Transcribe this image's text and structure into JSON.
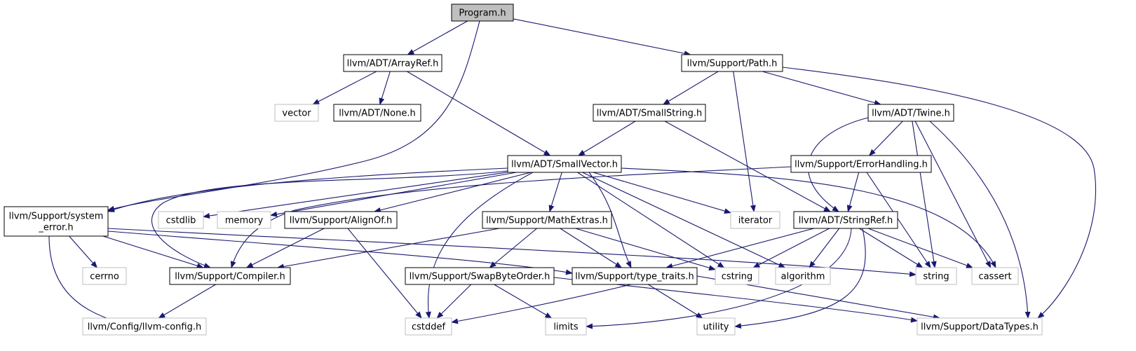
{
  "diagram": {
    "type": "include-dependency-graph",
    "nodes": {
      "program": {
        "lines": [
          "Program.h"
        ],
        "kind": "root"
      },
      "arrayref": {
        "lines": [
          "llvm/ADT/ArrayRef.h"
        ],
        "kind": "header"
      },
      "path": {
        "lines": [
          "llvm/Support/Path.h"
        ],
        "kind": "header"
      },
      "vector": {
        "lines": [
          "vector"
        ],
        "kind": "system"
      },
      "none": {
        "lines": [
          "llvm/ADT/None.h"
        ],
        "kind": "header"
      },
      "smallstring": {
        "lines": [
          "llvm/ADT/SmallString.h"
        ],
        "kind": "header"
      },
      "twine": {
        "lines": [
          "llvm/ADT/Twine.h"
        ],
        "kind": "header"
      },
      "smallvector": {
        "lines": [
          "llvm/ADT/SmallVector.h"
        ],
        "kind": "header"
      },
      "errorhandling": {
        "lines": [
          "llvm/Support/ErrorHandling.h"
        ],
        "kind": "header"
      },
      "systemerror": {
        "lines": [
          "llvm/Support/system",
          "_error.h"
        ],
        "kind": "header"
      },
      "cstdlib": {
        "lines": [
          "cstdlib"
        ],
        "kind": "system"
      },
      "memory": {
        "lines": [
          "memory"
        ],
        "kind": "system"
      },
      "alignof": {
        "lines": [
          "llvm/Support/AlignOf.h"
        ],
        "kind": "header"
      },
      "mathextras": {
        "lines": [
          "llvm/Support/MathExtras.h"
        ],
        "kind": "header"
      },
      "iterator": {
        "lines": [
          "iterator"
        ],
        "kind": "system"
      },
      "stringref": {
        "lines": [
          "llvm/ADT/StringRef.h"
        ],
        "kind": "header"
      },
      "cerrno": {
        "lines": [
          "cerrno"
        ],
        "kind": "system"
      },
      "compiler": {
        "lines": [
          "llvm/Support/Compiler.h"
        ],
        "kind": "header"
      },
      "swapbyteorder": {
        "lines": [
          "llvm/Support/SwapByteOrder.h"
        ],
        "kind": "header"
      },
      "typetraits": {
        "lines": [
          "llvm/Support/type_traits.h"
        ],
        "kind": "header"
      },
      "cstring": {
        "lines": [
          "cstring"
        ],
        "kind": "system"
      },
      "algorithm": {
        "lines": [
          "algorithm"
        ],
        "kind": "system"
      },
      "string": {
        "lines": [
          "string"
        ],
        "kind": "system"
      },
      "cassert": {
        "lines": [
          "cassert"
        ],
        "kind": "system"
      },
      "llvmconfig": {
        "lines": [
          "llvm/Config/llvm-config.h"
        ],
        "kind": "system"
      },
      "cstddef": {
        "lines": [
          "cstddef"
        ],
        "kind": "system"
      },
      "limits": {
        "lines": [
          "limits"
        ],
        "kind": "system"
      },
      "utility": {
        "lines": [
          "utility"
        ],
        "kind": "system"
      },
      "datatypes": {
        "lines": [
          "llvm/Support/DataTypes.h"
        ],
        "kind": "system"
      }
    },
    "edges": [
      [
        "program",
        "arrayref"
      ],
      [
        "program",
        "path"
      ],
      [
        "program",
        "systemerror"
      ],
      [
        "arrayref",
        "vector"
      ],
      [
        "arrayref",
        "none"
      ],
      [
        "arrayref",
        "smallvector"
      ],
      [
        "path",
        "smallstring"
      ],
      [
        "path",
        "twine"
      ],
      [
        "path",
        "iterator"
      ],
      [
        "path",
        "datatypes"
      ],
      [
        "smallstring",
        "smallvector"
      ],
      [
        "smallstring",
        "stringref"
      ],
      [
        "twine",
        "errorhandling"
      ],
      [
        "twine",
        "stringref"
      ],
      [
        "twine",
        "string"
      ],
      [
        "twine",
        "cassert"
      ],
      [
        "twine",
        "datatypes"
      ],
      [
        "smallvector",
        "systemerror"
      ],
      [
        "smallvector",
        "cstdlib"
      ],
      [
        "smallvector",
        "memory"
      ],
      [
        "smallvector",
        "alignof"
      ],
      [
        "smallvector",
        "mathextras"
      ],
      [
        "smallvector",
        "iterator"
      ],
      [
        "smallvector",
        "compiler"
      ],
      [
        "smallvector",
        "typetraits"
      ],
      [
        "smallvector",
        "cstddef"
      ],
      [
        "smallvector",
        "cstring"
      ],
      [
        "smallvector",
        "algorithm"
      ],
      [
        "smallvector",
        "cassert"
      ],
      [
        "errorhandling",
        "compiler"
      ],
      [
        "errorhandling",
        "stringref"
      ],
      [
        "errorhandling",
        "string"
      ],
      [
        "systemerror",
        "cerrno"
      ],
      [
        "systemerror",
        "compiler"
      ],
      [
        "systemerror",
        "typetraits"
      ],
      [
        "systemerror",
        "string"
      ],
      [
        "systemerror",
        "llvmconfig"
      ],
      [
        "alignof",
        "compiler"
      ],
      [
        "alignof",
        "cstddef"
      ],
      [
        "mathextras",
        "compiler"
      ],
      [
        "mathextras",
        "swapbyteorder"
      ],
      [
        "mathextras",
        "typetraits"
      ],
      [
        "mathextras",
        "cstring"
      ],
      [
        "stringref",
        "typetraits"
      ],
      [
        "stringref",
        "cstring"
      ],
      [
        "stringref",
        "algorithm"
      ],
      [
        "stringref",
        "string"
      ],
      [
        "stringref",
        "cassert"
      ],
      [
        "stringref",
        "limits"
      ],
      [
        "stringref",
        "utility"
      ],
      [
        "compiler",
        "llvmconfig"
      ],
      [
        "swapbyteorder",
        "cstddef"
      ],
      [
        "swapbyteorder",
        "limits"
      ],
      [
        "swapbyteorder",
        "datatypes"
      ],
      [
        "typetraits",
        "cstddef"
      ],
      [
        "typetraits",
        "utility"
      ],
      [
        "typetraits",
        "datatypes"
      ]
    ]
  }
}
